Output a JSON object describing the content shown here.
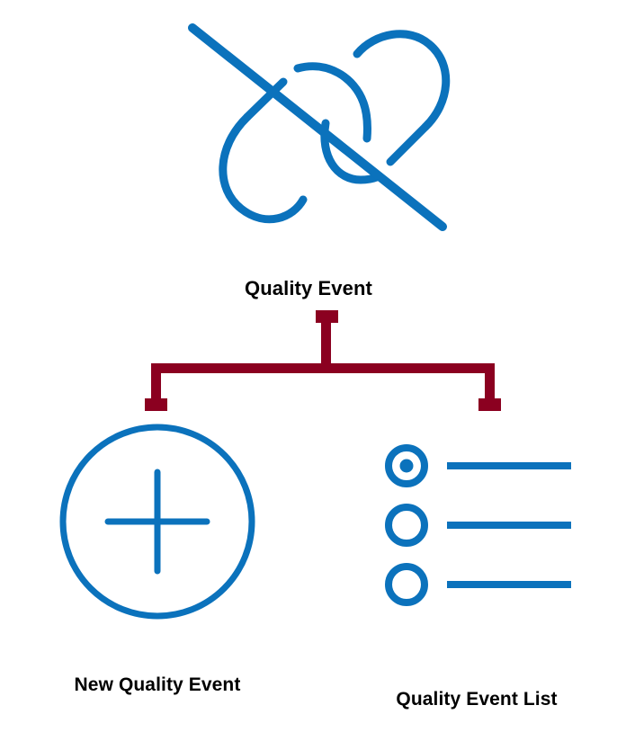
{
  "diagram": {
    "type": "navigation-tree",
    "hero_icon": "broken-cloud-link-icon",
    "root": {
      "label": "Quality Event"
    },
    "children": [
      {
        "icon": "circle-plus-icon",
        "label": "New Quality Event"
      },
      {
        "icon": "radio-list-icon",
        "label": "Quality Event List"
      }
    ]
  },
  "colors": {
    "accent_blue": "#0b72bc",
    "connector_maroon": "#8b0020",
    "text": "#000000",
    "background": "#ffffff"
  },
  "icon_details": {
    "radio_list": {
      "rows": 3,
      "selected_index": 0
    }
  }
}
